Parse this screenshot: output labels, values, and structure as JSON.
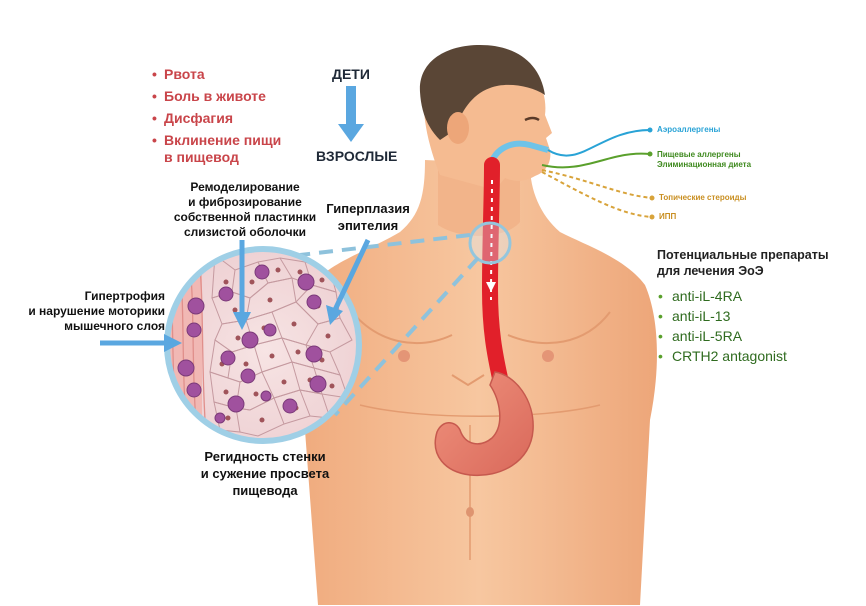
{
  "symptoms": [
    "Рвота",
    "Боль в животе",
    "Дисфагия",
    "Вклинение пищи\nв пищевод"
  ],
  "age_flow": {
    "top": "ДЕТИ",
    "bottom": "ВЗРОСЛЫЕ"
  },
  "callouts": {
    "remodeling": "Ремоделирование\nи фиброзирование\nсобственной пластинки\nслизистой оболочки",
    "hyperplasia": "Гиперплазия\nэпителия",
    "hypertrophy": "Гипертрофия\nи нарушение моторики\nмышечного слоя",
    "rigidity": "Регидность стенки\nи сужение просвета\nпищевода"
  },
  "triggers": [
    {
      "label": "Аэроаллергены",
      "color": "#29a3d6",
      "style": "solid"
    },
    {
      "label": "Пищевые аллергены\nЭлиминационная диета",
      "color": "#5aa02c",
      "style": "solid"
    },
    {
      "label": "Топические стероиды",
      "color": "#d8a33a",
      "style": "dashed"
    },
    {
      "label": "ИПП",
      "color": "#d8a33a",
      "style": "dashed"
    }
  ],
  "drugs": {
    "title": "Потенциальные препараты\nдля лечения ЭоЭ",
    "items": [
      "anti-iL-4RA",
      "anti-iL-13",
      "anti-iL-5RA",
      "CRTH2 antagonist"
    ]
  },
  "colors": {
    "symptom_text": "#c9454a",
    "drug_text": "#2f6b1f",
    "arrow_blue": "#5aa7e0",
    "skin": "#f2b990",
    "esophagus": "#e1202a"
  }
}
